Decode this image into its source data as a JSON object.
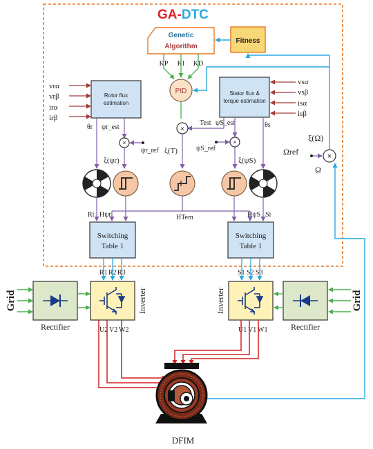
{
  "title": {
    "part1": "GA-",
    "part2": "DTC",
    "color1": "#e4202a",
    "color2": "#29a8e0"
  },
  "colors": {
    "frame": "#e87722",
    "cyan": "#29a8e0",
    "red": "#d42020",
    "green": "#4caf50",
    "maroon": "#a33a3a",
    "purple": "#8060a8",
    "box_blue": "#cfe3f5",
    "peach": "#f6c7a6",
    "yellow": "#fff2b8",
    "rect_green": "#dde7c9",
    "fitness_yellow": "#f8d776"
  },
  "ga": {
    "line1": "Genetic",
    "line2": "Algorithm",
    "kp": "KP",
    "ki": "KI",
    "kd": "KD"
  },
  "fitness": "Fitness",
  "pid": "PID",
  "rotor_est": {
    "line1": "Rotor flux",
    "line2": "estimation"
  },
  "stator_est": {
    "line1": "Stator flux &",
    "line2": "torque estimation"
  },
  "rotor_inputs": [
    "vrα",
    "vrβ",
    "irα",
    "irβ"
  ],
  "stator_inputs": [
    "vsα",
    "vsβ",
    "isα",
    "isβ"
  ],
  "labels": {
    "theta_r": "θr",
    "psi_r_est": "ψr_est",
    "psi_r_ref": "ψr_ref",
    "t_est": "Test",
    "psi_s_est": "ψS_est",
    "theta_s": "θs",
    "psi_s_ref": "ψS_ref",
    "xi_omega": "ξ(Ω)",
    "omega_ref": "Ωref",
    "omega": "Ω",
    "xi_psi_r": "ξ(ψr)",
    "xi_t": "ξ(T)",
    "xi_psi_s": "ξ(ψS)",
    "r_i": "Ri",
    "h_psi_r": "Hψr",
    "h_tem": "HTem",
    "h_psi_s": "HψS",
    "s_i": "Si"
  },
  "switch_left": {
    "line1": "Switching",
    "line2": "Table 1"
  },
  "switch_right": {
    "line1": "Switching",
    "line2": "Table 1"
  },
  "inverter_left": {
    "signals": [
      "R1",
      "R2",
      "R3"
    ],
    "outputs": [
      "U2",
      "V2",
      "W2"
    ],
    "label": "Inverter"
  },
  "inverter_right": {
    "signals": [
      "S1",
      "S2",
      "S3"
    ],
    "outputs": [
      "U1",
      "V1",
      "W1"
    ],
    "label": "Inverter"
  },
  "rectifier_left": "Rectifier",
  "rectifier_right": "Rectifier",
  "grid_left": "Grid",
  "grid_right": "Grid",
  "motor": "DFIM"
}
